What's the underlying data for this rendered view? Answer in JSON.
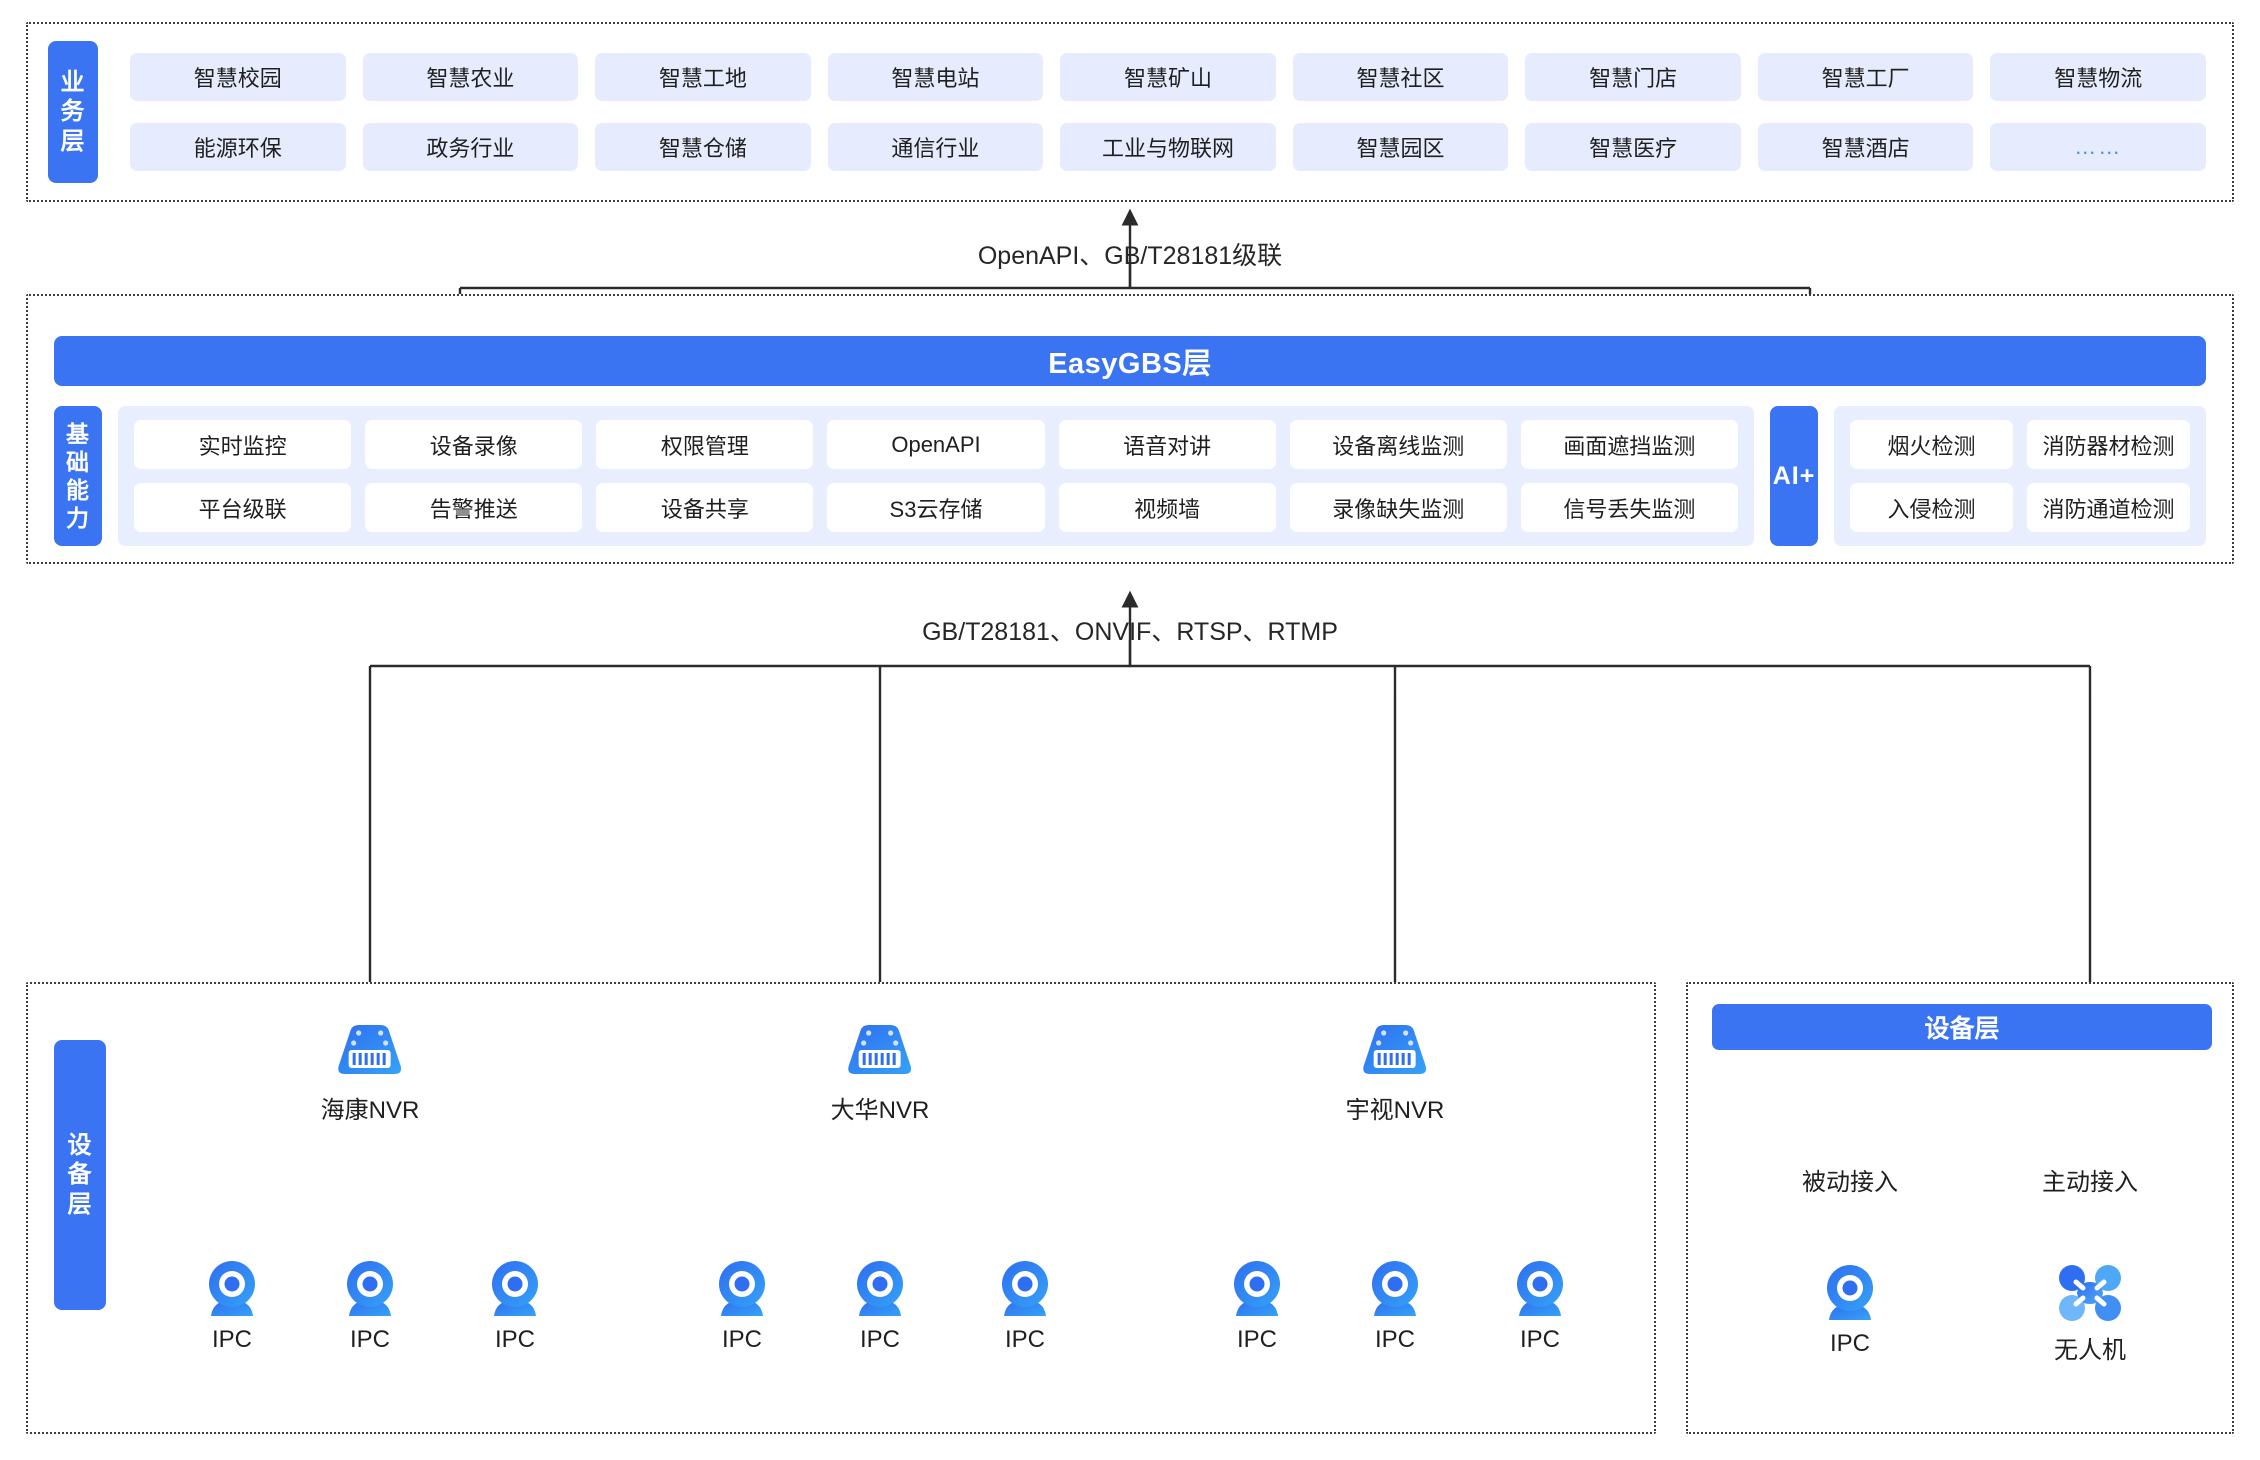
{
  "business": {
    "label": "业务层",
    "items": [
      "智慧校园",
      "智慧农业",
      "智慧工地",
      "智慧电站",
      "智慧矿山",
      "智慧社区",
      "智慧门店",
      "智慧工厂",
      "智慧物流",
      "能源环保",
      "政务行业",
      "智慧仓储",
      "通信行业",
      "工业与物联网",
      "智慧园区",
      "智慧医疗",
      "智慧酒店",
      "……"
    ]
  },
  "connectors": {
    "top": "OpenAPI、GB/T28181级联",
    "mid": "GB/T28181、ONVIF、RTSP、RTMP"
  },
  "platform": {
    "title": "EasyGBS层",
    "basic_label": "基础能力",
    "capabilities": [
      "实时监控",
      "设备录像",
      "权限管理",
      "OpenAPI",
      "语音对讲",
      "设备离线监测",
      "画面遮挡监测",
      "平台级联",
      "告警推送",
      "设备共享",
      "S3云存储",
      "视频墙",
      "录像缺失监测",
      "信号丢失监测"
    ],
    "ai_label": "AI+",
    "ai_items": [
      "烟火检测",
      "消防器材检测",
      "入侵检测",
      "消防通道检测"
    ]
  },
  "device_left": {
    "label": "设备层",
    "nvrs": [
      {
        "name": "海康NVR",
        "cameras": [
          "IPC",
          "IPC",
          "IPC"
        ]
      },
      {
        "name": "大华NVR",
        "cameras": [
          "IPC",
          "IPC",
          "IPC"
        ]
      },
      {
        "name": "宇视NVR",
        "cameras": [
          "IPC",
          "IPC",
          "IPC"
        ]
      }
    ]
  },
  "device_right": {
    "title": "设备层",
    "branches": [
      {
        "access": "被动接入",
        "device": "IPC",
        "icon": "camera-icon"
      },
      {
        "access": "主动接入",
        "device": "无人机",
        "icon": "drone-icon"
      }
    ]
  },
  "colors": {
    "brand_blue": "#3a74f2",
    "chip_bg": "#e6ecfd",
    "panel_bg": "#e8eefd",
    "line": "#3d3d3d"
  }
}
